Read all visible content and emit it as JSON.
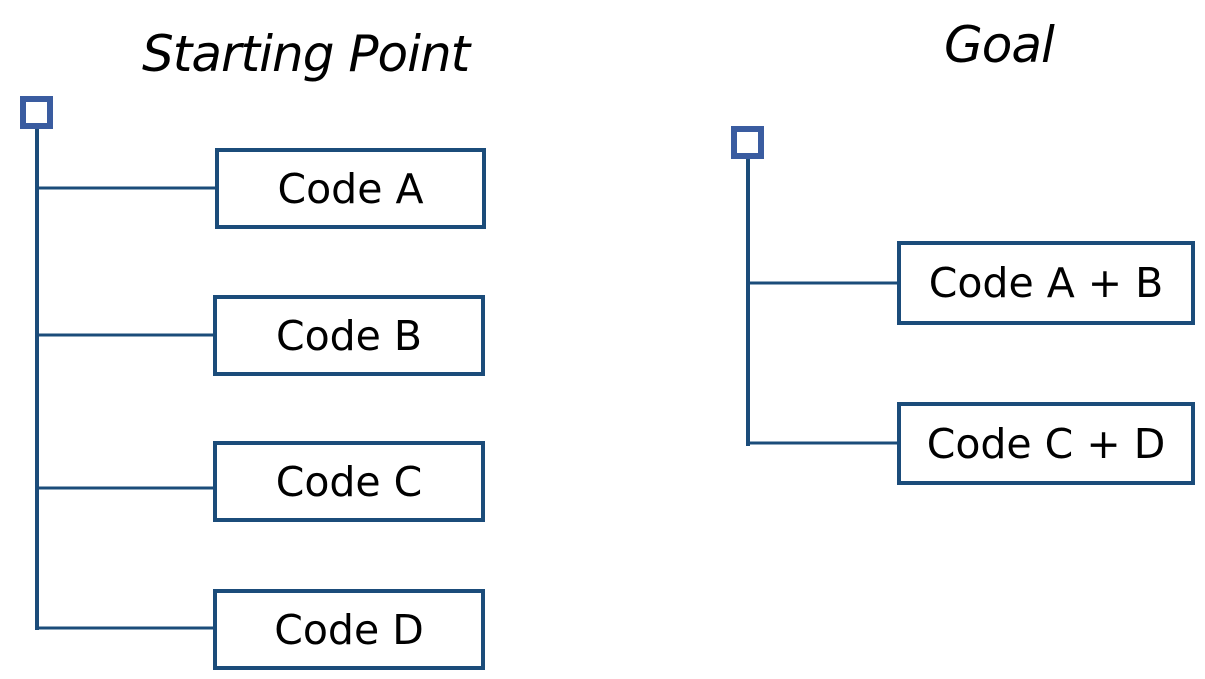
{
  "colors": {
    "connector": "#1b4c7a",
    "box_border": "#1b4c7a",
    "root_square": "#3a5ca0",
    "text": "#000000",
    "background": "#ffffff"
  },
  "starting_point": {
    "heading": "Starting Point",
    "nodes": [
      {
        "label": "Code A"
      },
      {
        "label": "Code B"
      },
      {
        "label": "Code C"
      },
      {
        "label": "Code D"
      }
    ]
  },
  "goal": {
    "heading": "Goal",
    "nodes": [
      {
        "label": "Code A + B"
      },
      {
        "label": "Code C + D"
      }
    ]
  }
}
